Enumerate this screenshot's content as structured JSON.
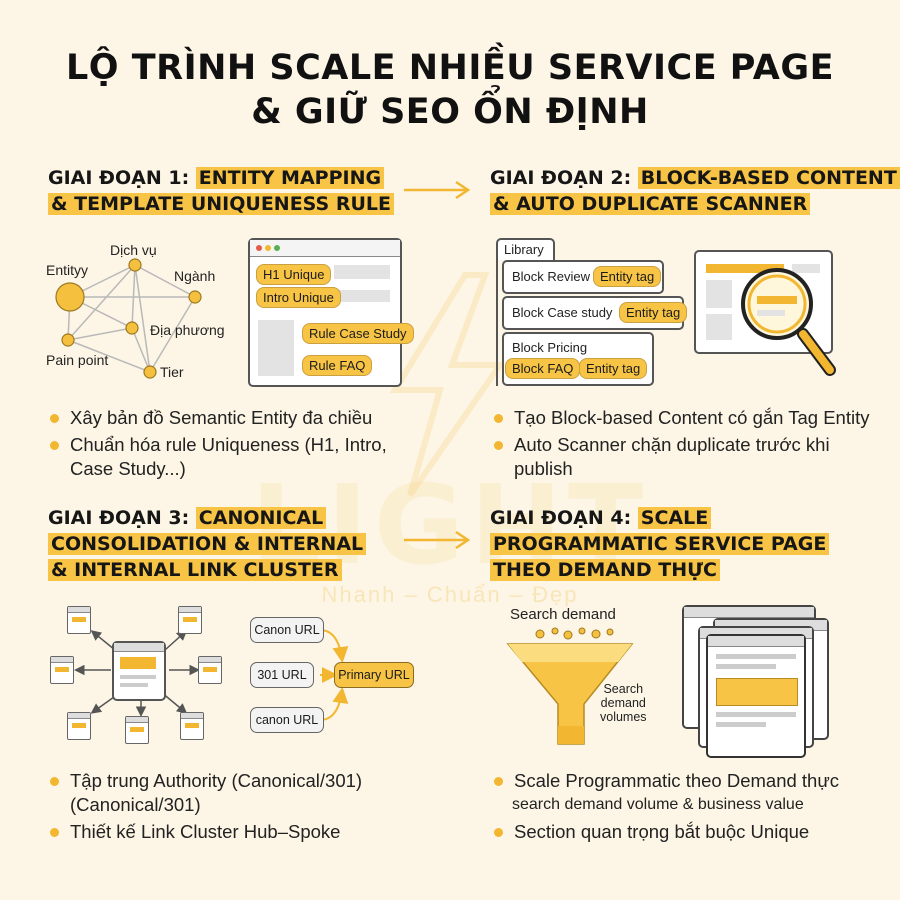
{
  "title": {
    "line1": "LỘ TRÌNH SCALE NHIỀU SERVICE PAGE",
    "line2": "& GIỮ SEO ỔN ĐỊNH"
  },
  "watermark": {
    "brand": "LIGHT",
    "slogan": "Nhanh – Chuẩn – Đẹp"
  },
  "phases": [
    {
      "prefix": "GIAI ĐOẠN 1:",
      "lines": [
        "ENTITY MAPPING",
        "& TEMPLATE UNIQUENESS RULE"
      ],
      "graph_nodes": [
        "Entityy",
        "Dịch vụ",
        "Ngành",
        "Địa phương",
        "Pain point",
        "Tier"
      ],
      "template_tags": [
        "H1 Unique",
        "Intro Unique",
        "Rule Case Study",
        "Rule FAQ"
      ],
      "bullets": [
        "Xây bản đồ Semantic Entity đa chiều",
        "Chuẩn hóa rule Uniqueness (H1, Intro, Case Study...)"
      ]
    },
    {
      "prefix": "GIAI ĐOẠN 2:",
      "lines": [
        "BLOCK-BASED CONTENT",
        "& AUTO DUPLICATE SCANNER"
      ],
      "library_label": "Library",
      "blocks": [
        {
          "name": "Block Review",
          "tag": "Entity tag"
        },
        {
          "name": "Block Case study",
          "tag": "Entity tag"
        },
        {
          "name": "Block Pricing",
          "tag_a": "Block FAQ",
          "tag_b": "Entity tag"
        }
      ],
      "bullets": [
        "Tạo Block-based Content có gắn Tag Entity",
        "Auto Scanner chặn duplicate trước khi publish"
      ]
    },
    {
      "prefix": "GIAI ĐOẠN 3:",
      "lines": [
        "CANONICAL",
        "CONSOLIDATION & INTERNAL",
        "& INTERNAL LINK CLUSTER"
      ],
      "urls": [
        "Canon URL",
        "301 URL",
        "canon URL"
      ],
      "primary_url": "Primary URL",
      "bullets": [
        "Tập trung Authority (Canonical/301) (Canonical/301)",
        "Thiết kế Link Cluster Hub–Spoke"
      ]
    },
    {
      "prefix": "GIAI ĐOẠN 4:",
      "lines": [
        "SCALE",
        "PROGRAMMATIC SERVICE PAGE",
        "THEO DEMAND THỰC"
      ],
      "funnel_top": "Search demand",
      "funnel_side": [
        "Search",
        "demand",
        "volumes"
      ],
      "bullets": [
        "Scale Programmatic theo Demand thực",
        "search demand volume & business value",
        "Section quan trọng bắt buộc Unique"
      ]
    }
  ],
  "colors": {
    "accent": "#f7c445",
    "background": "#fdf6e6",
    "ink": "#161616"
  }
}
